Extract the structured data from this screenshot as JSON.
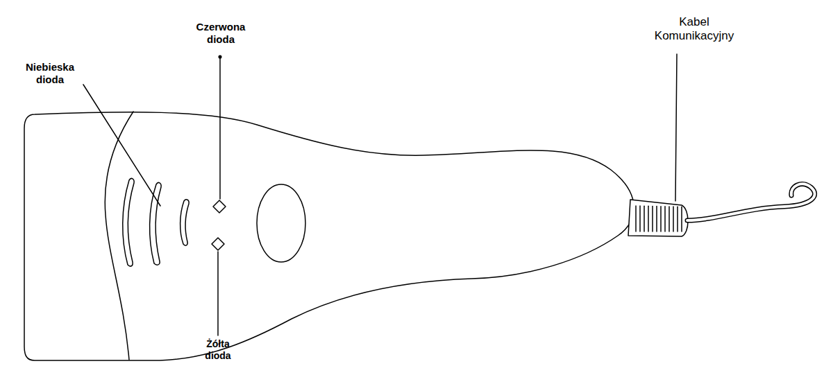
{
  "diagram": {
    "labels": [
      "Niebieska dioda",
      "Czerwona dioda",
      "Żółta dioda",
      "Kabel Komunikacyjny"
    ]
  }
}
